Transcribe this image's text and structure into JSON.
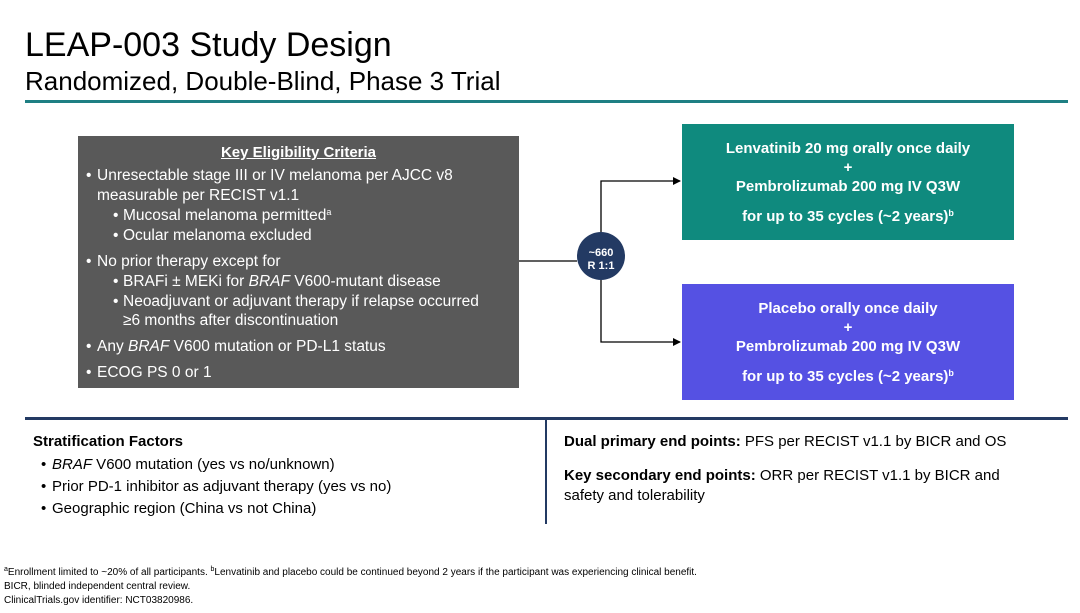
{
  "header": {
    "title": "LEAP-003 Study Design",
    "subtitle": "Randomized, Double-Blind, Phase 3 Trial"
  },
  "eligibility": {
    "heading": "Key Eligibility Criteria",
    "item1_a": "Unresectable stage III or IV melanoma per AJCC v8",
    "item1_b": "measurable per RECIST v1.1",
    "item1_sub1": "Mucosal melanoma permitted",
    "item1_sub1_sup": "a",
    "item1_sub2": "Ocular melanoma excluded",
    "item2": "No prior therapy except for",
    "item2_sub1_pre": "BRAFi ± MEKi for ",
    "item2_sub1_gene": "BRAF",
    "item2_sub1_post": " V600-mutant disease",
    "item2_sub2_a": "Neoadjuvant or adjuvant therapy if relapse occurred",
    "item2_sub2_b": "≥6 months after discontinuation",
    "item3_pre": "Any ",
    "item3_gene": "BRAF",
    "item3_post": " V600 mutation or PD-L1 status",
    "item4": "ECOG PS 0 or 1"
  },
  "randomization": {
    "n": "~660",
    "ratio": "R 1:1"
  },
  "arms": [
    {
      "line1": "Lenvatinib 20 mg orally once daily",
      "plus": "+",
      "line2": "Pembrolizumab 200 mg IV Q3W",
      "line3": "for up to 35 cycles (~2 years)",
      "sup": "b",
      "color": "#0f8a7e"
    },
    {
      "line1": "Placebo orally once daily",
      "plus": "+",
      "line2": "Pembrolizumab 200 mg IV Q3W",
      "line3": "for up to 35 cycles (~2 years)",
      "sup": "b",
      "color": "#5551e3"
    }
  ],
  "stratification": {
    "heading": "Stratification Factors",
    "item1_gene": "BRAF",
    "item1_post": " V600 mutation (yes vs no/unknown)",
    "item2": "Prior PD-1 inhibitor as adjuvant therapy (yes vs no)",
    "item3": "Geographic region (China vs not China)"
  },
  "endpoints": {
    "primary_label": "Dual primary end points:",
    "primary_text": " PFS per RECIST v1.1 by BICR and OS",
    "secondary_label": "Key secondary end points:",
    "secondary_text_a": " ORR per RECIST v1.1 by BICR and",
    "secondary_text_b": "safety and tolerability"
  },
  "footnotes": {
    "sup_a": "a",
    "note_a": "Enrollment limited to ~20% of all participants. ",
    "sup_b": "b",
    "note_b": "Lenvatinib and placebo could be continued beyond 2 years if the participant was experiencing clinical benefit.",
    "line2": "BICR, blinded independent central review.",
    "line3": "ClinicalTrials.gov identifier: NCT03820986."
  },
  "colors": {
    "title_rule": "#1e7f83",
    "criteria_bg": "#595959",
    "randomization_circle": "#233a63",
    "separator": "#233a63"
  }
}
